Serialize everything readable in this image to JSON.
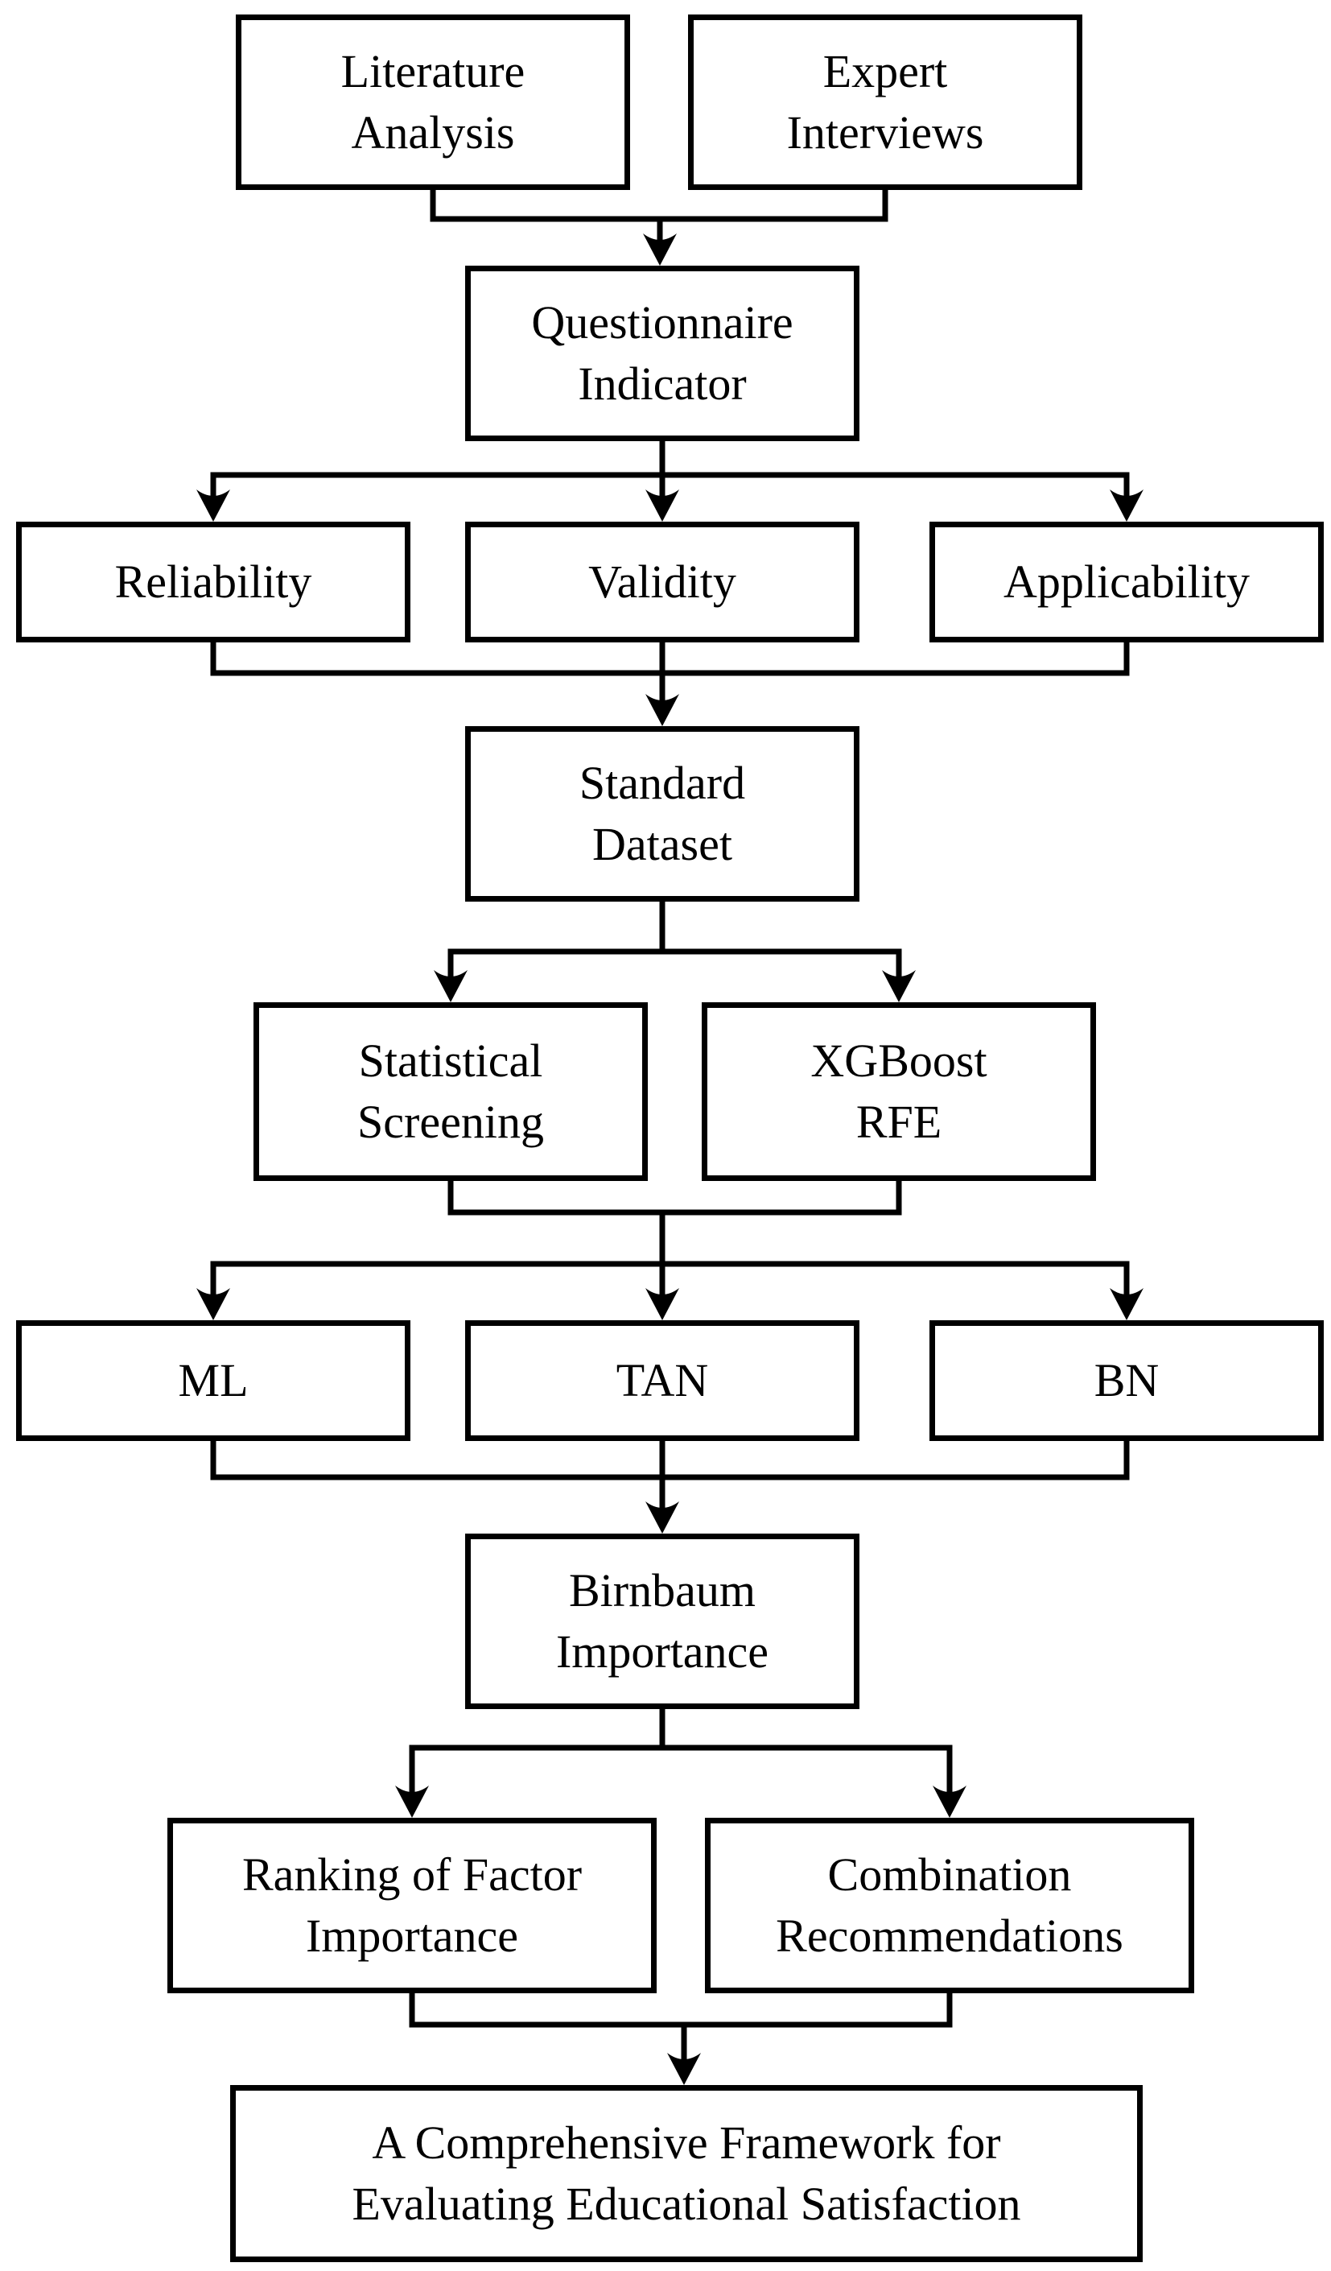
{
  "diagram": {
    "background_color": "#ffffff",
    "line_color": "#000000",
    "nodes": {
      "literature_analysis": {
        "label": "Literature\nAnalysis"
      },
      "expert_interviews": {
        "label": "Expert\nInterviews"
      },
      "questionnaire_indicator": {
        "label": "Questionnaire\nIndicator"
      },
      "reliability": {
        "label": "Reliability"
      },
      "validity": {
        "label": "Validity"
      },
      "applicability": {
        "label": "Applicability"
      },
      "standard_dataset": {
        "label": "Standard\nDataset"
      },
      "statistical_screening": {
        "label": "Statistical\nScreening"
      },
      "xgboost_rfe": {
        "label": "XGBoost\nRFE"
      },
      "ml": {
        "label": "ML"
      },
      "tan": {
        "label": "TAN"
      },
      "bn": {
        "label": "BN"
      },
      "birnbaum_importance": {
        "label": "Birnbaum\nImportance"
      },
      "ranking_of_factor_importance": {
        "label": "Ranking of Factor\nImportance"
      },
      "combination_recommendations": {
        "label": "Combination\nRecommendations"
      },
      "comprehensive_framework": {
        "label": "A Comprehensive Framework for\nEvaluating Educational Satisfaction"
      }
    },
    "edges": [
      {
        "from": "literature_analysis",
        "to": "questionnaire_indicator"
      },
      {
        "from": "expert_interviews",
        "to": "questionnaire_indicator"
      },
      {
        "from": "questionnaire_indicator",
        "to": "reliability"
      },
      {
        "from": "questionnaire_indicator",
        "to": "validity"
      },
      {
        "from": "questionnaire_indicator",
        "to": "applicability"
      },
      {
        "from": "reliability",
        "to": "standard_dataset"
      },
      {
        "from": "validity",
        "to": "standard_dataset"
      },
      {
        "from": "applicability",
        "to": "standard_dataset"
      },
      {
        "from": "standard_dataset",
        "to": "statistical_screening"
      },
      {
        "from": "standard_dataset",
        "to": "xgboost_rfe"
      },
      {
        "from": "statistical_screening",
        "to": "ml"
      },
      {
        "from": "statistical_screening",
        "to": "tan"
      },
      {
        "from": "statistical_screening",
        "to": "bn"
      },
      {
        "from": "xgboost_rfe",
        "to": "ml"
      },
      {
        "from": "xgboost_rfe",
        "to": "tan"
      },
      {
        "from": "xgboost_rfe",
        "to": "bn"
      },
      {
        "from": "ml",
        "to": "birnbaum_importance"
      },
      {
        "from": "tan",
        "to": "birnbaum_importance"
      },
      {
        "from": "bn",
        "to": "birnbaum_importance"
      },
      {
        "from": "birnbaum_importance",
        "to": "ranking_of_factor_importance"
      },
      {
        "from": "birnbaum_importance",
        "to": "combination_recommendations"
      },
      {
        "from": "ranking_of_factor_importance",
        "to": "comprehensive_framework"
      },
      {
        "from": "combination_recommendations",
        "to": "comprehensive_framework"
      }
    ]
  }
}
